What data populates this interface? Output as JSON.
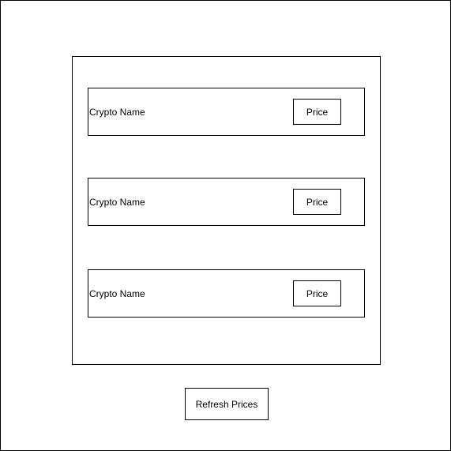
{
  "crypto_list": {
    "rows": [
      {
        "name": "Crypto Name",
        "price": "Price"
      },
      {
        "name": "Crypto Name",
        "price": "Price"
      },
      {
        "name": "Crypto Name",
        "price": "Price"
      }
    ]
  },
  "actions": {
    "refresh_label": "Refresh Prices"
  }
}
